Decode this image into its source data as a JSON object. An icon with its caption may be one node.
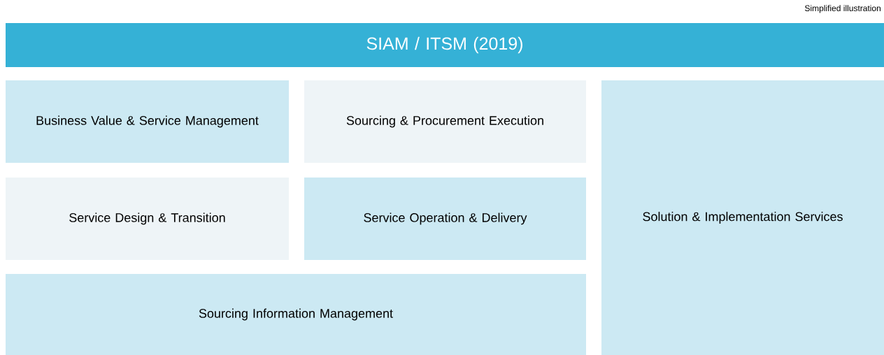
{
  "diagram": {
    "nodes": [
      {
        "text": [
          "SIAM / ITSM (2019)"
        ]
      },
      {
        "text": [
          "Business Value & Service Management"
        ]
      },
      {
        "text": [
          "Sourcing & Procurement Execution"
        ]
      },
      {
        "text": [
          "Solution & Implementation Services"
        ]
      },
      {
        "text": [
          "Service Design & Transition"
        ]
      },
      {
        "text": [
          "Service Operation & Delivery"
        ]
      },
      {
        "text": [
          "Sourcing Information Management"
        ]
      }
    ],
    "labels": [
      "Simplified illustration"
    ]
  }
}
